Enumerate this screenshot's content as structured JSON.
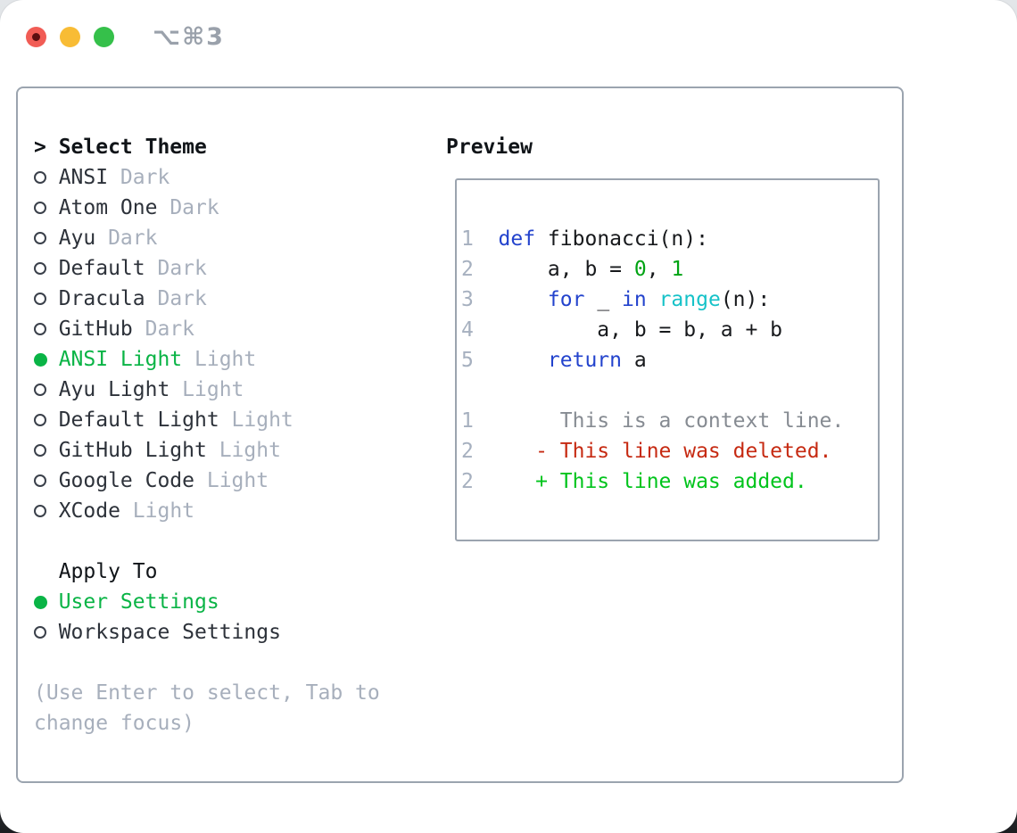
{
  "window": {
    "shortcut": "⌥⌘3",
    "controls": [
      "close",
      "minimize",
      "zoom"
    ]
  },
  "theme_panel": {
    "title_prefix": ">",
    "title": "Select Theme",
    "themes": [
      {
        "name": "ANSI",
        "variant": "Dark",
        "selected": false
      },
      {
        "name": "Atom One",
        "variant": "Dark",
        "selected": false
      },
      {
        "name": "Ayu",
        "variant": "Dark",
        "selected": false
      },
      {
        "name": "Default",
        "variant": "Dark",
        "selected": false
      },
      {
        "name": "Dracula",
        "variant": "Dark",
        "selected": false
      },
      {
        "name": "GitHub",
        "variant": "Dark",
        "selected": false
      },
      {
        "name": "ANSI Light",
        "variant": "Light",
        "selected": true
      },
      {
        "name": "Ayu Light",
        "variant": "Light",
        "selected": false
      },
      {
        "name": "Default Light",
        "variant": "Light",
        "selected": false
      },
      {
        "name": "GitHub Light",
        "variant": "Light",
        "selected": false
      },
      {
        "name": "Google Code",
        "variant": "Light",
        "selected": false
      },
      {
        "name": "XCode",
        "variant": "Light",
        "selected": false
      }
    ],
    "apply_to": {
      "title": "Apply To",
      "options": [
        {
          "label": "User Settings",
          "selected": true
        },
        {
          "label": "Workspace Settings",
          "selected": false
        }
      ]
    },
    "hint_lines": [
      "(Use Enter to select, Tab to",
      "change focus)"
    ]
  },
  "preview": {
    "title": "Preview",
    "code_lines": [
      {
        "num": "1",
        "segments": [
          {
            "text": "def",
            "cls": "kw"
          },
          {
            "text": " fibonacci(n):",
            "cls": "fg"
          }
        ]
      },
      {
        "num": "2",
        "segments": [
          {
            "text": "    a, b = ",
            "cls": "fg"
          },
          {
            "text": "0",
            "cls": "num"
          },
          {
            "text": ", ",
            "cls": "fg"
          },
          {
            "text": "1",
            "cls": "num"
          }
        ]
      },
      {
        "num": "3",
        "segments": [
          {
            "text": "    ",
            "cls": "fg"
          },
          {
            "text": "for",
            "cls": "kw"
          },
          {
            "text": " _ ",
            "cls": "fg"
          },
          {
            "text": "in",
            "cls": "kw"
          },
          {
            "text": " ",
            "cls": "fg"
          },
          {
            "text": "range",
            "cls": "builtin"
          },
          {
            "text": "(n):",
            "cls": "fg"
          }
        ]
      },
      {
        "num": "4",
        "segments": [
          {
            "text": "        a, b = b, a + b",
            "cls": "fg"
          }
        ]
      },
      {
        "num": "5",
        "segments": [
          {
            "text": "    ",
            "cls": "fg"
          },
          {
            "text": "return",
            "cls": "kw"
          },
          {
            "text": " a",
            "cls": "fg"
          }
        ]
      },
      {
        "num": "",
        "segments": []
      },
      {
        "num": "1",
        "segments": [
          {
            "text": "     This is a context line.",
            "cls": "ctx"
          }
        ]
      },
      {
        "num": "2",
        "segments": [
          {
            "text": "   - This line was deleted.",
            "cls": "del"
          }
        ]
      },
      {
        "num": "2",
        "segments": [
          {
            "text": "   + This line was added.",
            "cls": "add"
          }
        ]
      }
    ]
  },
  "colors": {
    "accent_blue_keyword": "#2343cd",
    "cyan_builtin": "#16c2c8",
    "green_number": "#00a313",
    "red_deleted": "#c62a12",
    "green_added": "#00c41c",
    "green_selection": "#0ab446",
    "code_foreground": "#17191c",
    "text_primary": "#2d323a",
    "text_heading": "#101418",
    "text_muted": "#a7afbc",
    "line_number": "#a6b0bf",
    "context_line": "#868b92",
    "panel_border": "#9ba4af",
    "traffic_red": "#f15c55",
    "traffic_red_dot": "#5c0f10",
    "traffic_yellow": "#f8bc35",
    "traffic_green": "#35c04a",
    "shortcut_text": "#9aa1ab"
  }
}
